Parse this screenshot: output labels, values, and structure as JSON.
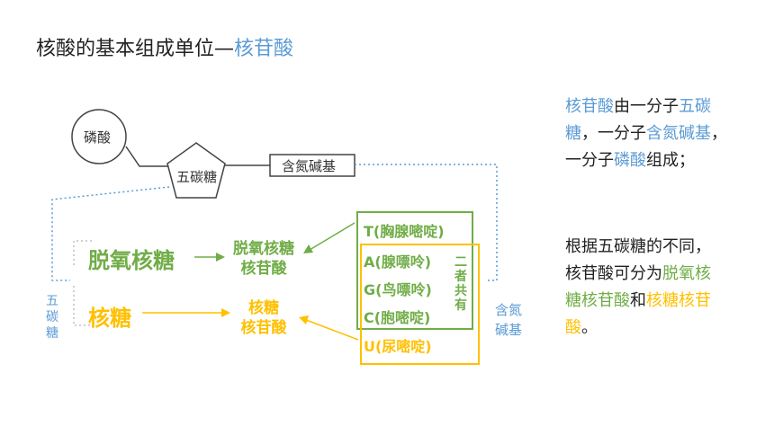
{
  "title": {
    "prefix": "核酸的基本组成单位—",
    "accent": "核苷酸"
  },
  "structure": {
    "phosphate": "磷酸",
    "sugar": "五碳糖",
    "base": "含氮碱基"
  },
  "sugars": {
    "deoxyribose": "脱氧核糖",
    "ribose": "核糖",
    "deoxy_nucleotide_line1": "脱氧核糖",
    "deoxy_nucleotide_line2": "核苷酸",
    "ribo_nucleotide_line1": "核糖",
    "ribo_nucleotide_line2": "核苷酸"
  },
  "bases": {
    "t": "T(胸腺嘧啶)",
    "a": "A(腺嘌呤)",
    "g": "G(鸟嘌呤)",
    "c": "C(胞嘧啶)",
    "u": "U(尿嘧啶)",
    "shared": [
      "二",
      "者",
      "共",
      "有"
    ]
  },
  "side_labels": {
    "pentose": [
      "五",
      "碳",
      "糖"
    ],
    "base_line1": "含氮",
    "base_line2": "碱基"
  },
  "text1": {
    "p1": "核苷酸",
    "p2": "由一分子",
    "p3": "五碳",
    "p4": "糖",
    "p5": "，一分子",
    "p6": "含氮碱基",
    "p7": "，",
    "p8": "一分子",
    "p9": "磷酸",
    "p10": "组成；"
  },
  "text2": {
    "p1": "根据五碳糖的不同，",
    "p2": "核苷酸可分为",
    "p3": "脱氧核",
    "p4": "糖核苷酸",
    "p5": "和",
    "p6": "核糖核苷",
    "p7": "酸",
    "p8": "。"
  },
  "colors": {
    "blue": "#5b9bd5",
    "green": "#70ad47",
    "yellow": "#ffc000"
  }
}
